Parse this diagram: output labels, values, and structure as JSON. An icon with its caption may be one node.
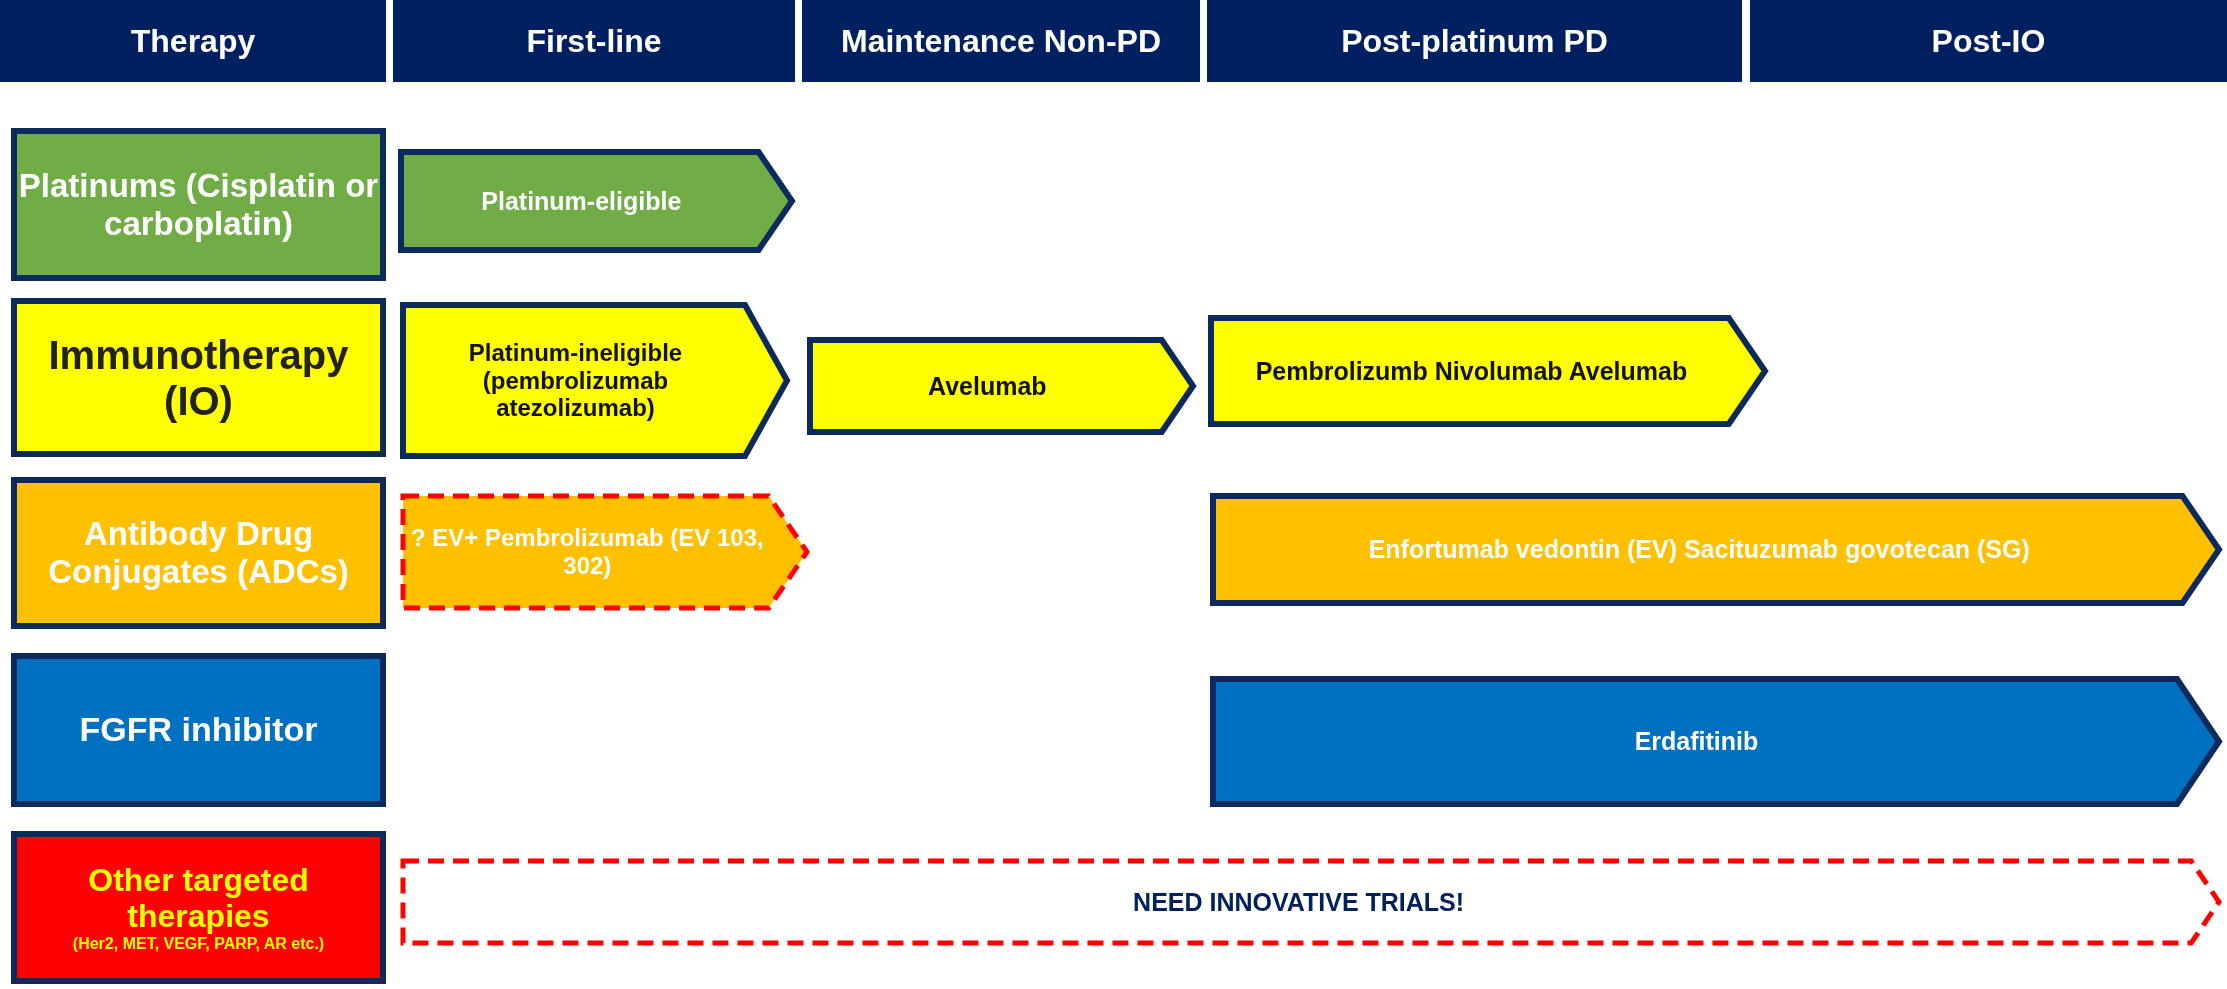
{
  "diagram": {
    "nodes": [
      {
        "text": [
          "Therapy"
        ]
      },
      {
        "text": [
          "First-line"
        ]
      },
      {
        "text": [
          "Maintenance Non-PD"
        ]
      },
      {
        "text": [
          "Post-platinum PD"
        ]
      },
      {
        "text": [
          "Post-IO"
        ]
      },
      {
        "text": [
          "Platinums (Cisplatin or carboplatin)"
        ]
      },
      {
        "text": [
          "Platinum-eligible"
        ]
      },
      {
        "text": [
          "Immunotherapy (IO)"
        ]
      },
      {
        "text": [
          "Platinum-ineligible (pembrolizumab atezolizumab)"
        ]
      },
      {
        "text": [
          "Avelumab"
        ]
      },
      {
        "text": [
          "Pembrolizumb Nivolumab Avelumab"
        ]
      },
      {
        "text": [
          "Antibody Drug Conjugates (ADCs)"
        ]
      },
      {
        "text": [
          "? EV+ Pembrolizumab (EV 103, 302)"
        ]
      },
      {
        "text": [
          "Enfortumab vedontin (EV) Sacituzumab govotecan (SG)"
        ]
      },
      {
        "text": [
          "FGFR inhibitor"
        ]
      },
      {
        "text": [
          "Erdafitinib"
        ]
      },
      {
        "text": [
          "Other targeted therapies",
          "(Her2, MET, VEGF, PARP, AR etc.)"
        ]
      },
      {
        "text": [
          "NEED INNOVATIVE TRIALS!"
        ]
      }
    ]
  }
}
